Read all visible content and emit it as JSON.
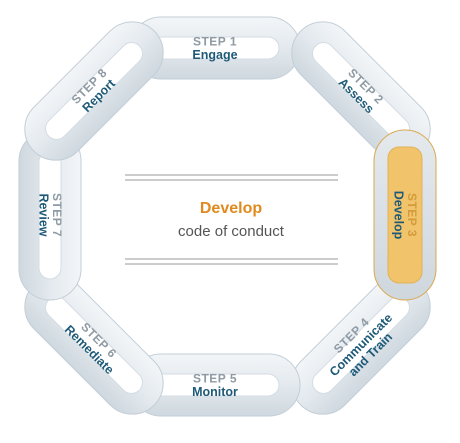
{
  "steps": [
    {
      "number": "STEP 1",
      "name": [
        "Engage"
      ]
    },
    {
      "number": "STEP 2",
      "name": [
        "Assess"
      ]
    },
    {
      "number": "STEP 3",
      "name": [
        "Develop"
      ]
    },
    {
      "number": "STEP 4",
      "name": [
        "Communicate",
        "and Train"
      ]
    },
    {
      "number": "STEP 5",
      "name": [
        "Monitor"
      ]
    },
    {
      "number": "STEP 6",
      "name": [
        "Remediate"
      ]
    },
    {
      "number": "STEP 7",
      "name": [
        "Review"
      ]
    },
    {
      "number": "STEP 8",
      "name": [
        "Report"
      ]
    }
  ],
  "active_step": 3,
  "center": {
    "title": "Develop",
    "subtitle": "code of conduct"
  },
  "colors": {
    "link": "#e9eef2",
    "active": "#f1c36a",
    "step_number": "#8e9aa4",
    "step_name": "#1e5a78",
    "center_title": "#e08a1e"
  }
}
